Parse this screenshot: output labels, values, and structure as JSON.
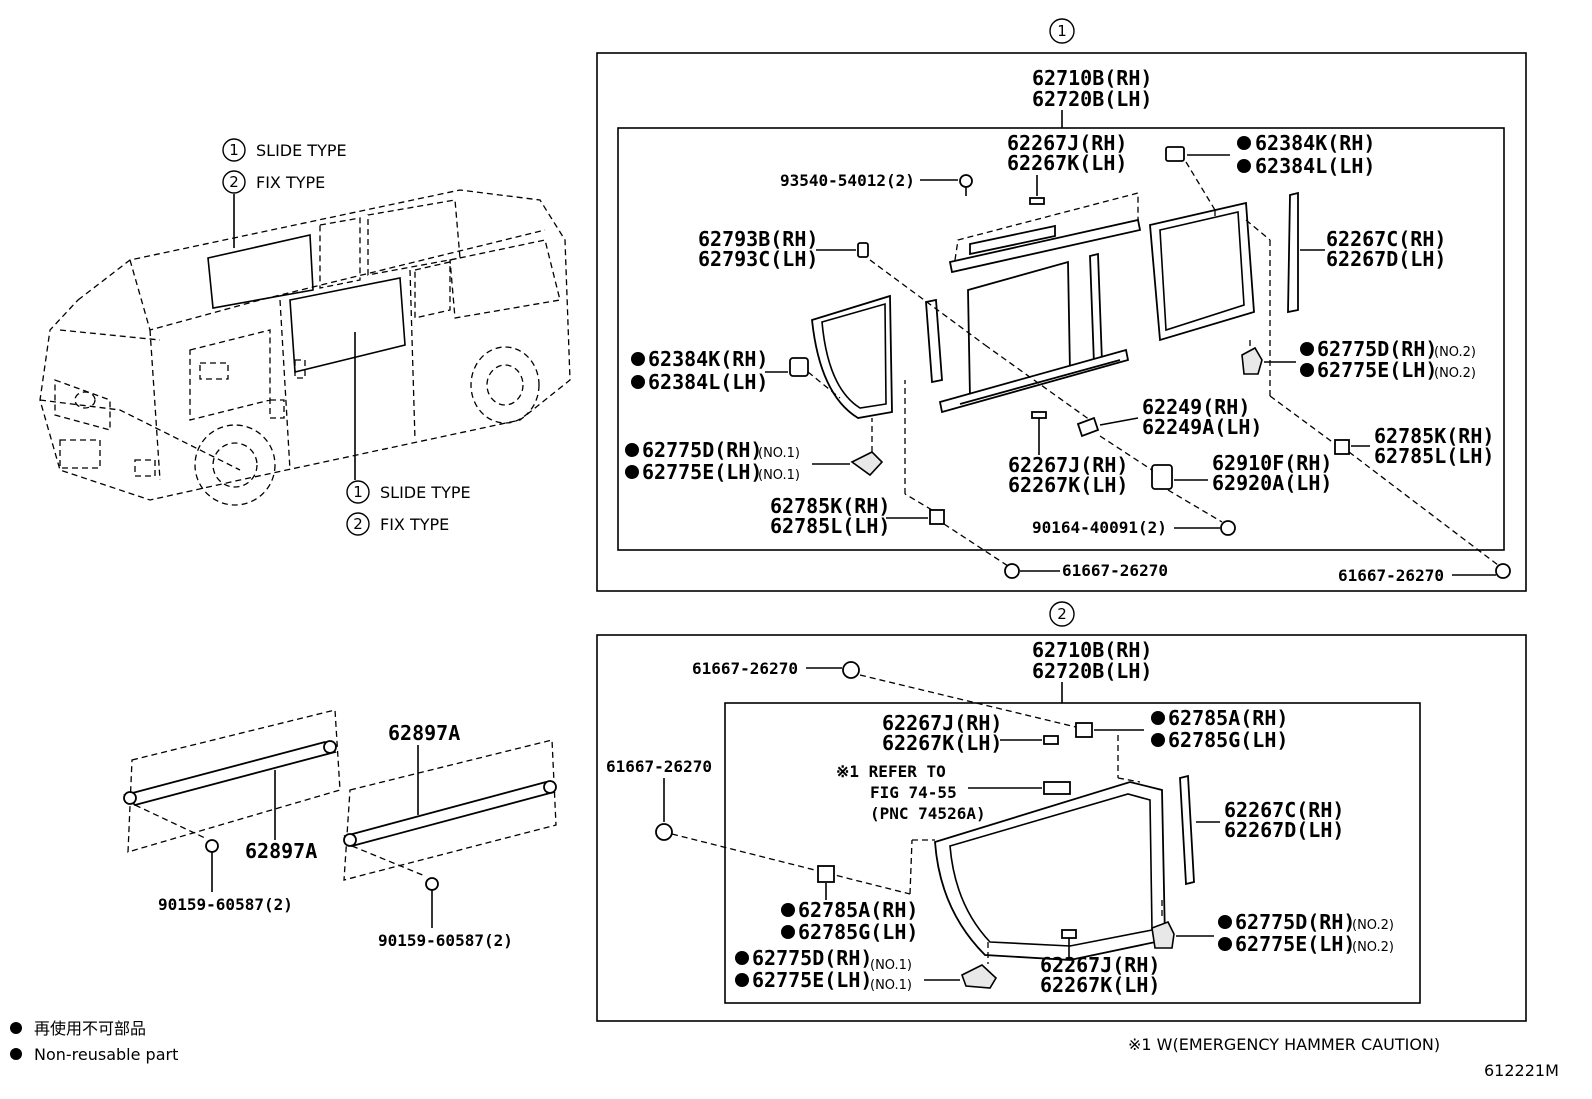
{
  "sections": {
    "slide_marker": "1",
    "fix_marker": "2"
  },
  "van_legend": {
    "top": [
      {
        "num": "1",
        "text": "SLIDE TYPE"
      },
      {
        "num": "2",
        "text": "FIX TYPE"
      }
    ],
    "bottom": [
      {
        "num": "1",
        "text": "SLIDE TYPE"
      },
      {
        "num": "2",
        "text": "FIX TYPE"
      }
    ]
  },
  "slide_type": {
    "header": [
      "62710B(RH)",
      "62720B(LH)"
    ],
    "parts": {
      "p62267jk_top": [
        "62267J(RH)",
        "62267K(LH)"
      ],
      "p93540": "93540-54012(2)",
      "p62384kl_top": [
        "62384K(RH)",
        "62384L(LH)"
      ],
      "p62793": [
        "62793B(RH)",
        "62793C(LH)"
      ],
      "p62267cd": [
        "62267C(RH)",
        "62267D(LH)"
      ],
      "p62384kl_left": [
        "62384K(RH)",
        "62384L(LH)"
      ],
      "p62775de_no2": [
        "62775D(RH)",
        "62775E(LH)"
      ],
      "no2": "(NO.2)",
      "p62249": [
        "62249(RH)",
        "62249A(LH)"
      ],
      "p62785kl_right": [
        "62785K(RH)",
        "62785L(LH)"
      ],
      "p62775de_no1": [
        "62775D(RH)",
        "62775E(LH)"
      ],
      "no1": "(NO.1)",
      "p62267jk_mid": [
        "62267J(RH)",
        "62267K(LH)"
      ],
      "p62910": [
        "62910F(RH)",
        "62920A(LH)"
      ],
      "p62785kl_left": [
        "62785K(RH)",
        "62785L(LH)"
      ],
      "p90164": "90164-40091(2)",
      "p61667_a": "61667-26270",
      "p61667_b": "61667-26270"
    }
  },
  "fix_type": {
    "header": [
      "62710B(RH)",
      "62720B(LH)"
    ],
    "parts": {
      "p61667_top": "61667-26270",
      "p62267jk_top": [
        "62267J(RH)",
        "62267K(LH)"
      ],
      "p62785ag_top": [
        "62785A(RH)",
        "62785G(LH)"
      ],
      "p61667_left": "61667-26270",
      "refer": [
        "※1 REFER TO",
        "FIG 74-55",
        "(PNC 74526A)"
      ],
      "p62267cd": [
        "62267C(RH)",
        "62267D(LH)"
      ],
      "p62785ag_bot": [
        "62785A(RH)",
        "62785G(LH)"
      ],
      "p62775de_no2": [
        "62775D(RH)",
        "62775E(LH)"
      ],
      "no2": "(NO.2)",
      "p62775de_no1": [
        "62775D(RH)",
        "62775E(LH)"
      ],
      "no1": "(NO.1)",
      "p62267jk_bot": [
        "62267J(RH)",
        "62267K(LH)"
      ]
    }
  },
  "lower_left": {
    "p62897a_1": "62897A",
    "p62897a_2": "62897A",
    "p90159_1": "90159-60587(2)",
    "p90159_2": "90159-60587(2)"
  },
  "legend": {
    "jp": "再使用不可部品",
    "en": "Non-reusable part"
  },
  "footnote": "※1 W(EMERGENCY HAMMER CAUTION)",
  "figure_id": "612221M"
}
